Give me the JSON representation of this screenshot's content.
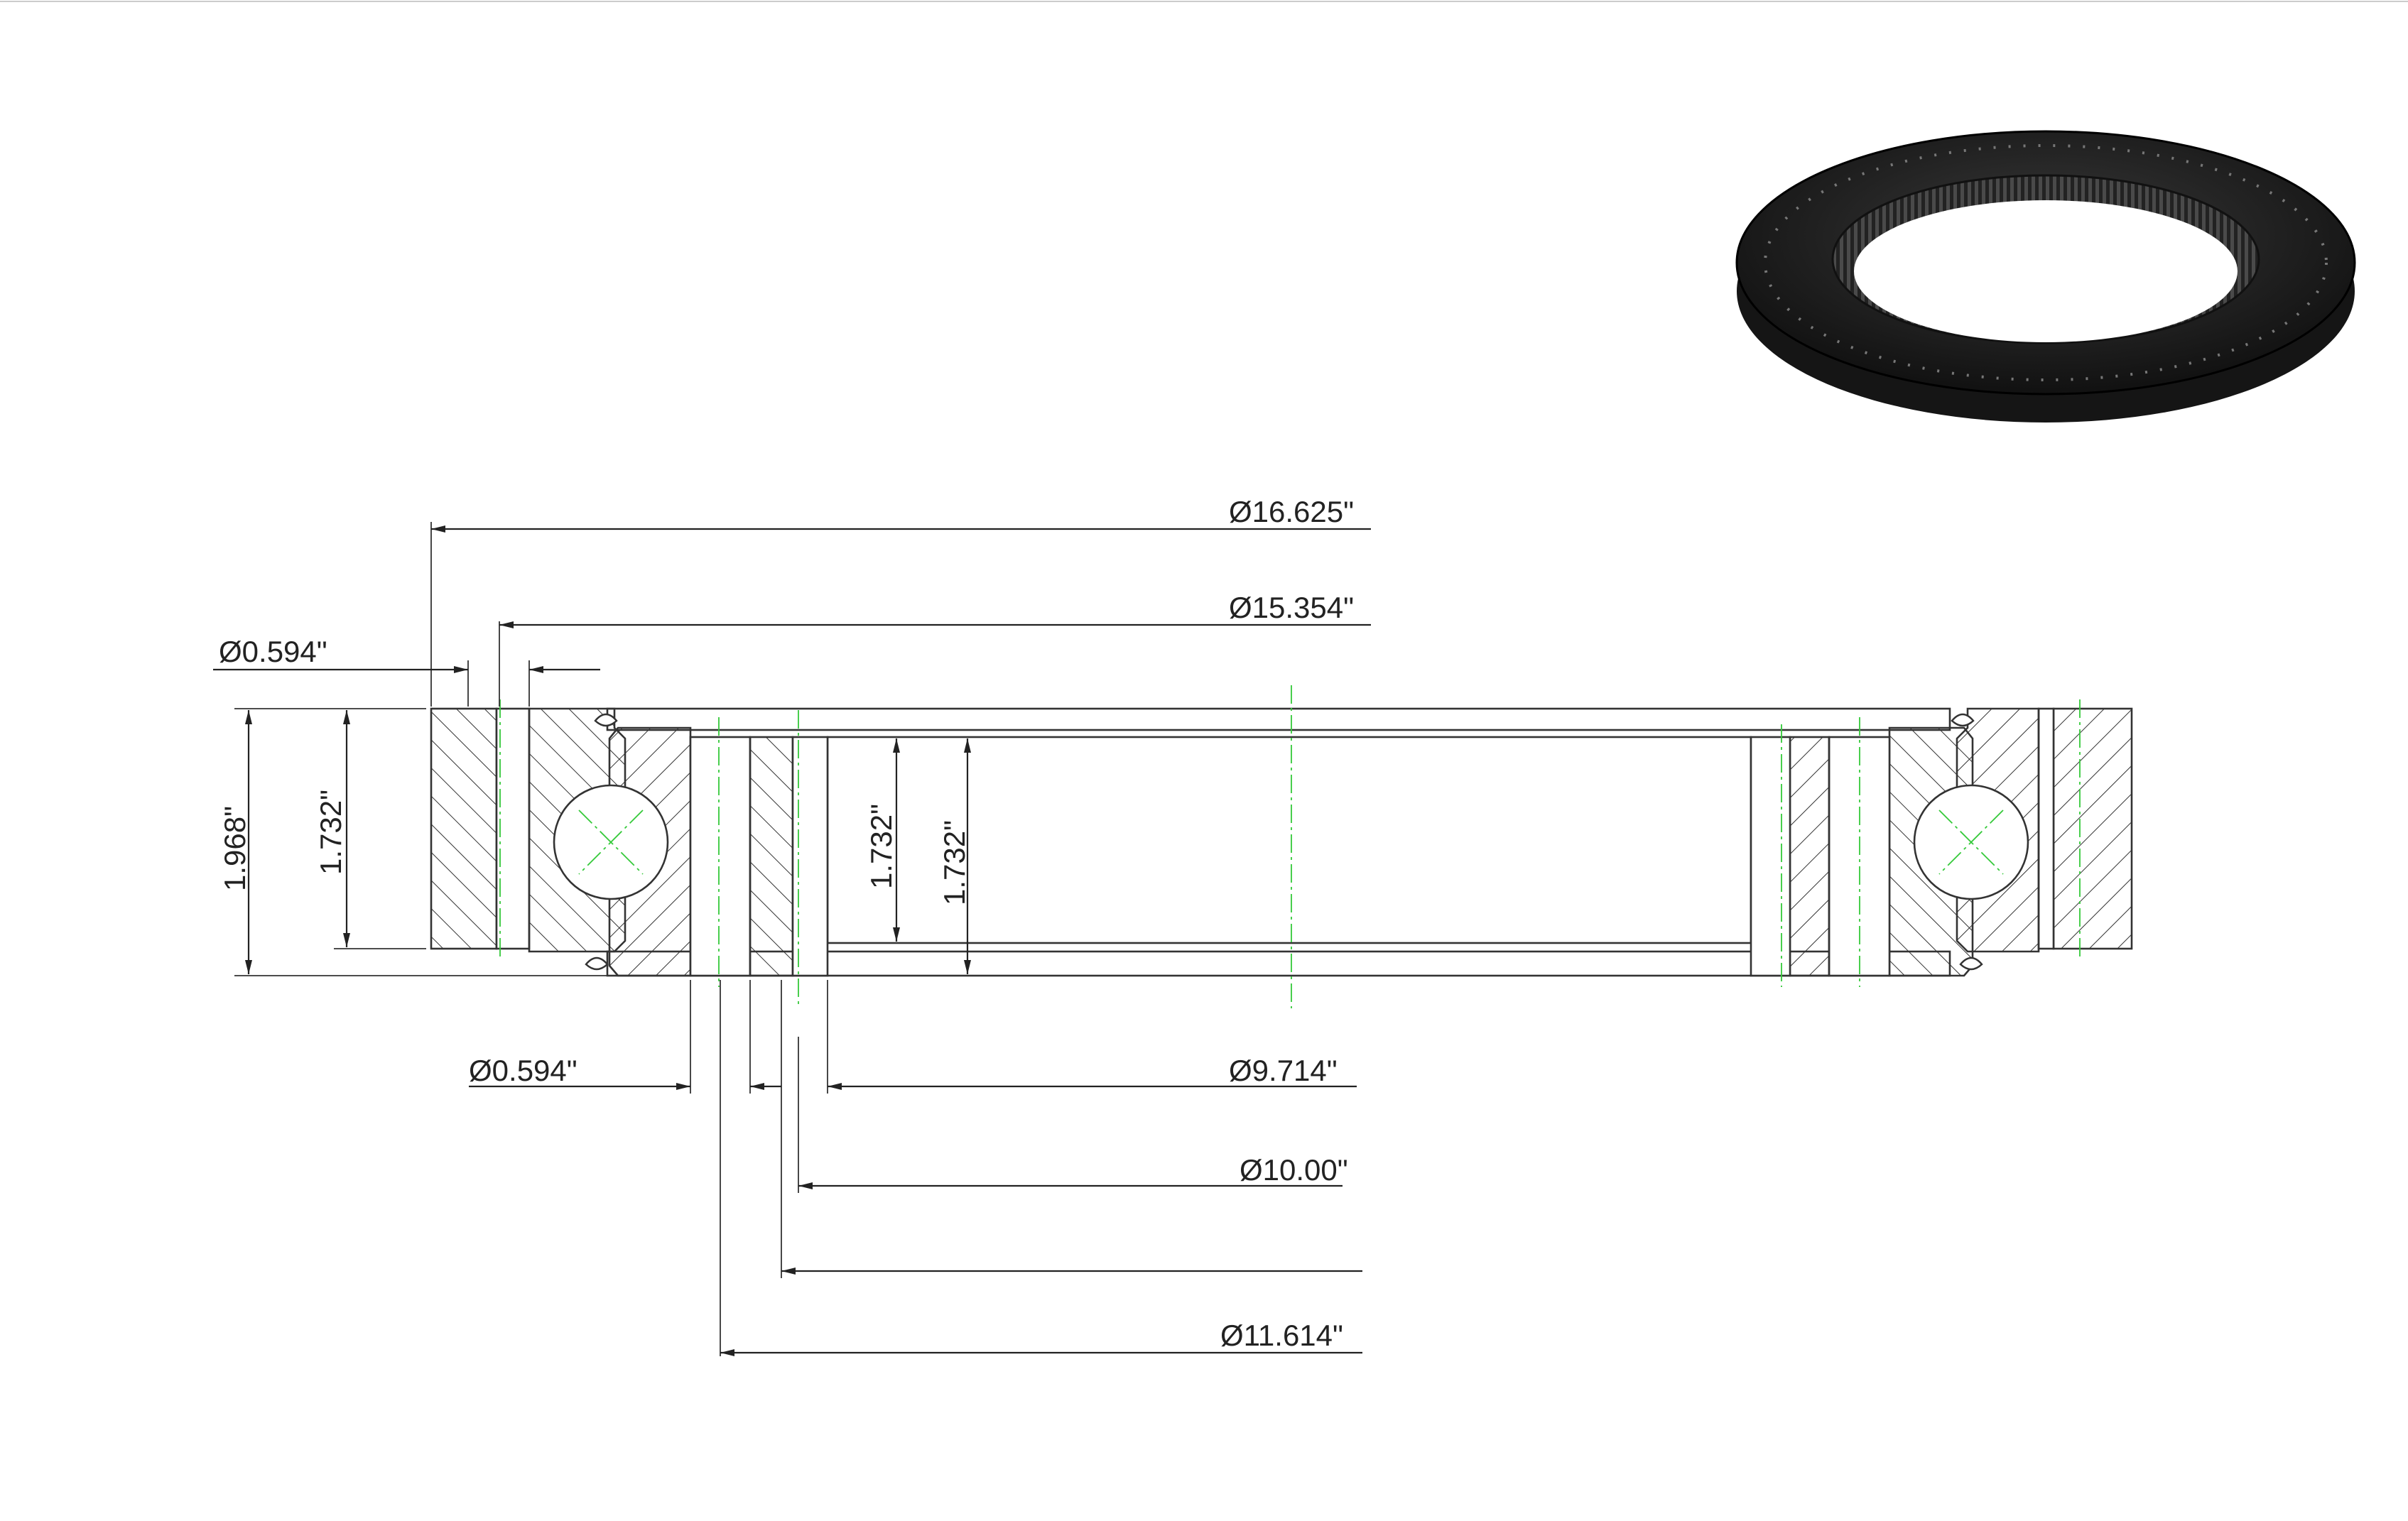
{
  "dimensions": {
    "outer_diameter": "Ø16.625\"",
    "bolt_circle_outer": "Ø15.354\"",
    "outer_hole_diameter": "Ø0.594\"",
    "overall_height": "1.968\"",
    "outer_ring_height": "1.732\"",
    "inner_ring_height_a": "1.732\"",
    "inner_ring_height_b": "1.732\"",
    "inner_hole_diameter": "Ø0.594\"",
    "gear_root_diameter": "Ø9.714\"",
    "bolt_circle_inner": "Ø10.00\"",
    "inner_ring_diameter": "Ø11.614\""
  },
  "colors": {
    "line": "#222222",
    "centerline": "#35c93a",
    "render_body": "#1c1c1c"
  },
  "icons": {
    "render": "slewing-ring-3d-render"
  }
}
